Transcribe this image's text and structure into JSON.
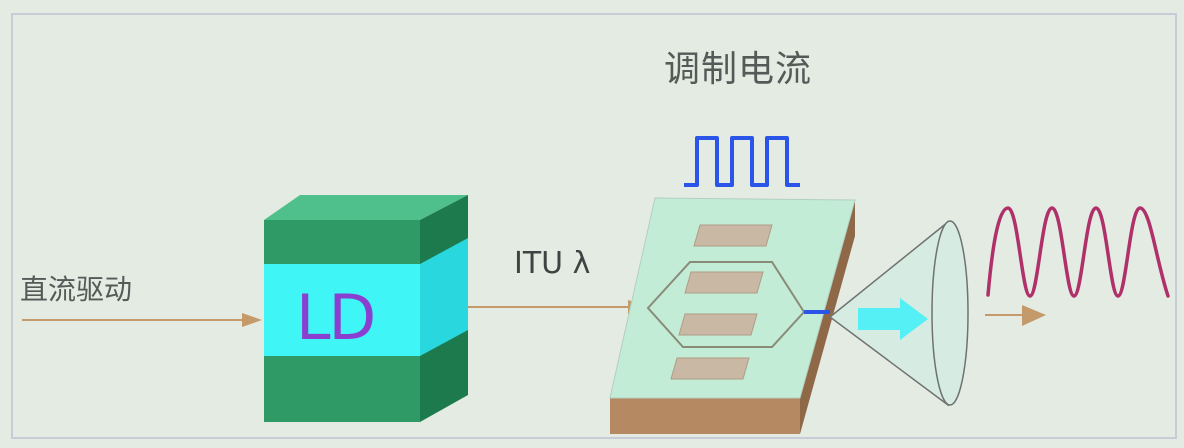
{
  "labels": {
    "modulation_current": "调制电流",
    "dc_drive": "直流驱动",
    "itu_lambda": "ITU λ",
    "ld": "LD"
  },
  "colors": {
    "background": "#e3ebe3",
    "ld_green": "#2a8f5c",
    "ld_cyan_band": "#3ff5f5",
    "ld_text": "#8a3fd1",
    "chip_surface": "#c2ecd6",
    "electrode": "#c9b8a4",
    "square_wave": "#2a55e8",
    "sine_wave": "#b0306a",
    "arrow": "#c49a6a",
    "optical_beam": "#55f0f5"
  },
  "icons": [
    "square-wave-icon",
    "sine-wave-icon",
    "lens-icon",
    "beam-arrow-icon"
  ]
}
